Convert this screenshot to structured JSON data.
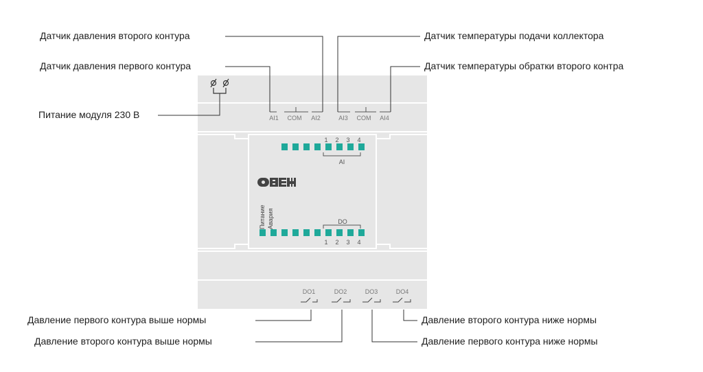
{
  "labels": {
    "ai2_sensor": "Датчик давления второго контура",
    "ai1_sensor": "Датчик давления первого контура",
    "power": "Питание модуля 230 В",
    "ai3_sensor": "Датчик температуры подачи коллектора",
    "ai4_sensor": "Датчик температуры обратки второго контра",
    "do1_alarm": "Давление первого контура выше нормы",
    "do2_alarm": "Давление второго контура выше нормы",
    "do4_alarm": "Давление второго контура ниже нормы",
    "do3_alarm": "Давление первого контура ниже нормы"
  },
  "terminals": {
    "ai1": "AI1",
    "com1": "COM",
    "ai2": "AI2",
    "ai3": "AI3",
    "com2": "COM",
    "ai4": "AI4",
    "do1": "DO1",
    "do2": "DO2",
    "do3": "DO3",
    "do4": "DO4",
    "power_symbol": "ø ø"
  },
  "front_panel": {
    "brand": "ОВЕН",
    "ai_group": "AI",
    "do_group": "DO",
    "ai_numbers": [
      "1",
      "2",
      "3",
      "4"
    ],
    "do_numbers": [
      "1",
      "2",
      "3",
      "4"
    ],
    "status_power": "Питание",
    "status_alarm": "Авария"
  },
  "colors": {
    "led": "#1fa99a",
    "housing": "#e6e6e6",
    "housing_stroke": "#ffffff",
    "leader": "#333333"
  }
}
